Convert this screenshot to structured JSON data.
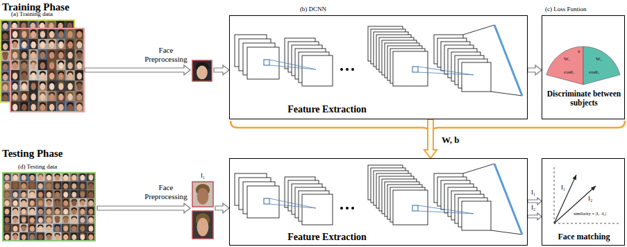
{
  "diagram": {
    "nodes": [
      {
        "text": [
          "(a) Training data"
        ]
      },
      {
        "text": [
          "(b) DCNN",
          "Feature Extraction"
        ]
      },
      {
        "text": [
          "(c) Loss Funtion",
          "Discriminate between subjects"
        ]
      },
      {
        "text": [
          "(d) Testing data"
        ]
      },
      {
        "text": [
          "I₁"
        ]
      },
      {
        "text": [
          "Feature Extraction"
        ]
      },
      {
        "text": [
          "Face matching"
        ]
      }
    ],
    "edges": [
      {
        "from": 0,
        "to": 1,
        "label": "Face Preprocessing",
        "arrow": "to"
      },
      {
        "from": 1,
        "to": 2,
        "arrow": "to"
      },
      {
        "from": 1,
        "to": 5,
        "label": "W, b",
        "arrow": "to"
      },
      {
        "from": 3,
        "to": 4,
        "label": "Face Preprocessing",
        "arrow": "to"
      },
      {
        "from": 4,
        "to": 5,
        "arrow": "to"
      },
      {
        "from": 5,
        "to": 6,
        "label": "I₁",
        "arrow": "to"
      },
      {
        "from": 5,
        "to": 6,
        "label": "I₂",
        "arrow": "to"
      }
    ],
    "labels": [
      "Training Phase",
      "Testing Phase",
      "W₁",
      "x",
      "W₂",
      "cosθ₁",
      "cosθ₂",
      "I₁",
      "I₂",
      "similarity = |I₁ -I₂|"
    ]
  }
}
